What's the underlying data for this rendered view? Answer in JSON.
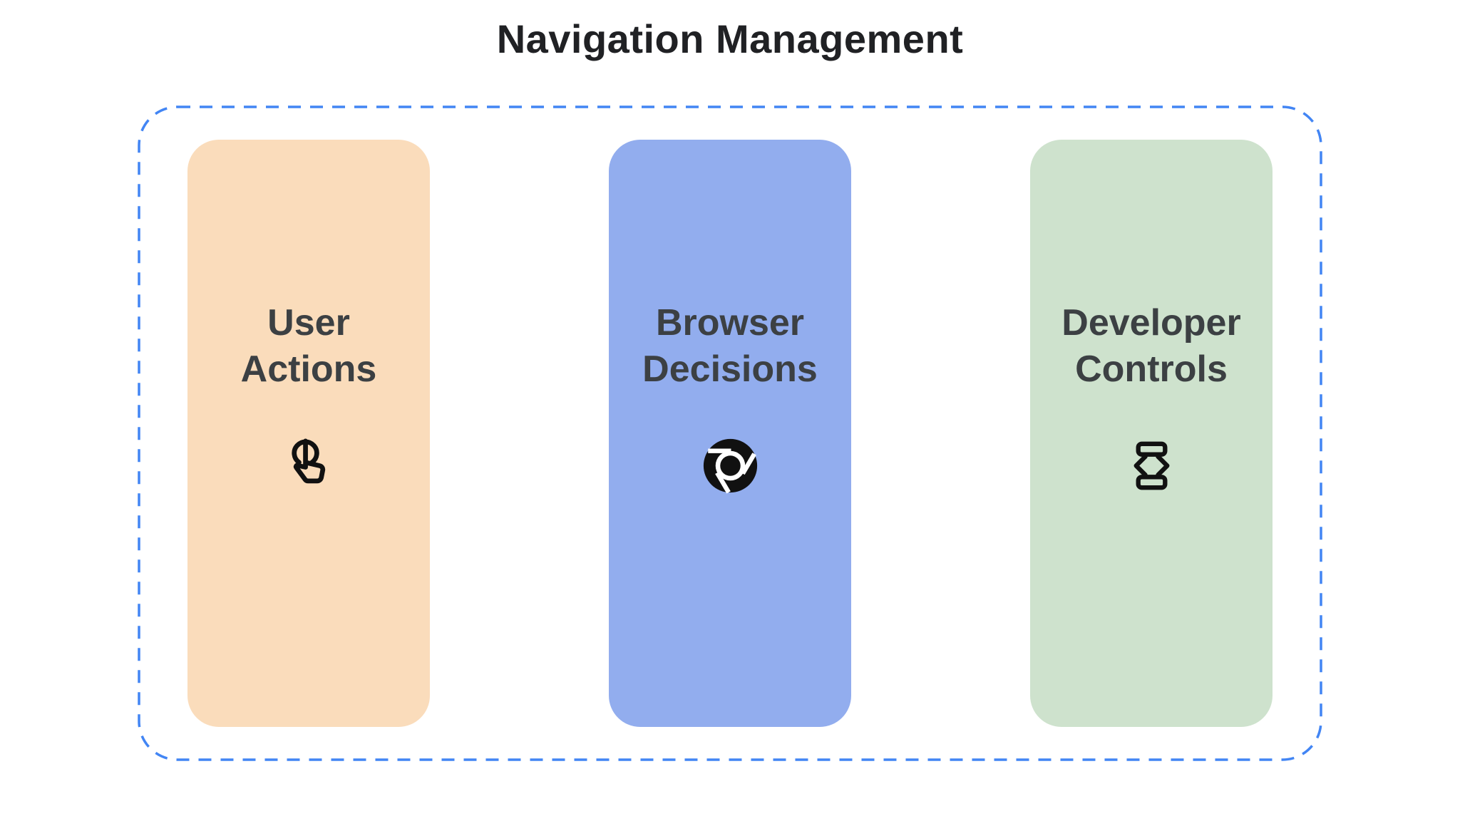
{
  "title": "Navigation Management",
  "colors": {
    "background": "#ffffff",
    "title_text": "#202124",
    "card_text": "#3c4043",
    "icon": "#111111",
    "dashed_border": "#4285f4"
  },
  "group": {
    "name": "navigation-management-group",
    "border_style": "dashed"
  },
  "cards": [
    {
      "label": "User\nActions",
      "icon": "touch-app-icon",
      "bg": "#fadcbb"
    },
    {
      "label": "Browser\nDecisions",
      "icon": "chrome-browser-icon",
      "bg": "#92adee"
    },
    {
      "label": "Developer\nControls",
      "icon": "developer-mode-icon",
      "bg": "#cee2cd"
    }
  ]
}
